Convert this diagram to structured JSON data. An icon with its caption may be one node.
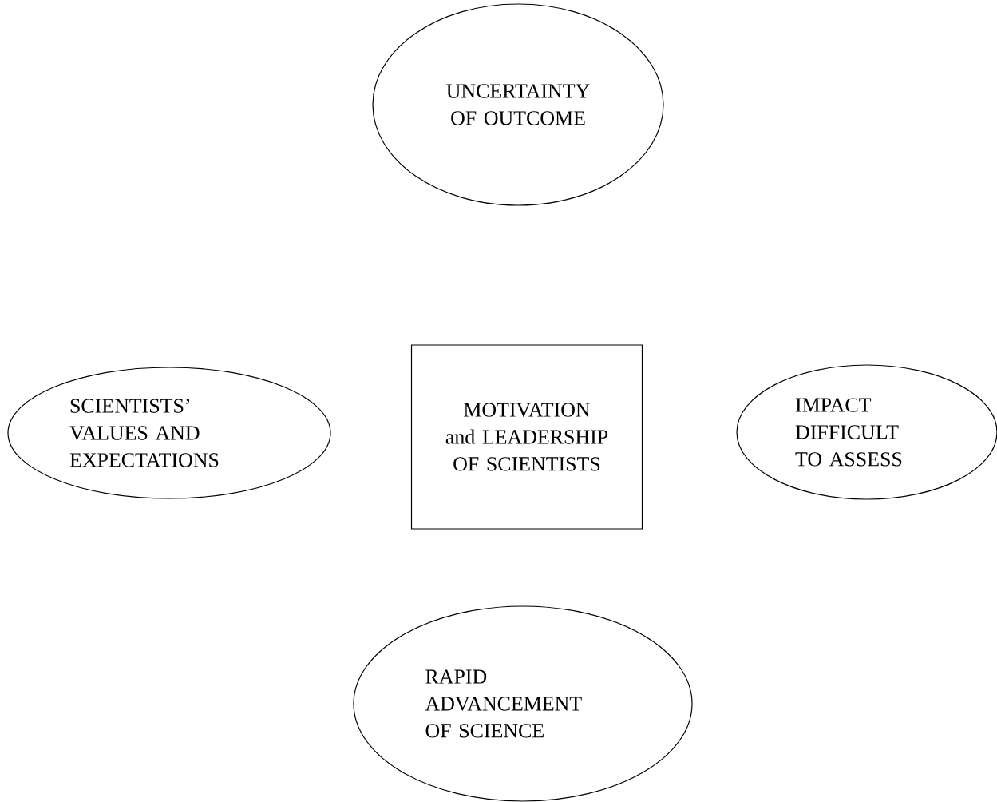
{
  "diagram": {
    "nodes": [
      {
        "text": [
          "UNCERTAINTY OF OUTCOME"
        ]
      },
      {
        "text": [
          "SCIENTISTS’ VALUES AND EXPECTATIONS"
        ]
      },
      {
        "text": [
          "MOTIVATION and LEADERSHIP OF SCIENTISTS"
        ]
      },
      {
        "text": [
          "IMPACT DIFFICULT TO ASSESS"
        ]
      },
      {
        "text": [
          "RAPID ADVANCEMENT OF SCIENCE"
        ]
      }
    ]
  }
}
